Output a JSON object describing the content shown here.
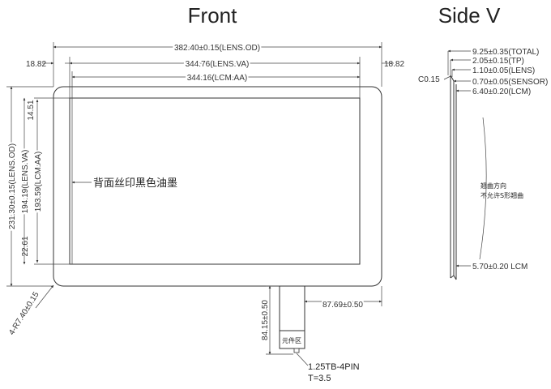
{
  "titles": {
    "front": "Front",
    "side": "Side V"
  },
  "front": {
    "top_dims": {
      "lens_od": "382.40±0.15(LENS.OD)",
      "lens_va": "344.76(LENS.VA)",
      "lcm_aa": "344.16(LCM.AA)",
      "left_margin": "18.82",
      "right_margin": "18.82"
    },
    "left_dims": {
      "top_margin": "14.51",
      "lens_od": "231.30±0.15(LENS.OD)",
      "lens_va": "194.19(LENS.VA)",
      "lcm_aa": "193.59(LCM.AA)",
      "bottom_margin": "22.61"
    },
    "corner_radius": "4-R7.40±0.15",
    "ink_note": "背面丝印黑色油墨",
    "fpc": {
      "length": "84.15±0.50",
      "offset": "87.69±0.50",
      "component_zone": "元件区",
      "connector": "1.25TB-4PIN",
      "thickness": "T=3.5"
    }
  },
  "side": {
    "chamfer": "C0.15",
    "callouts": [
      "9.25±0.35(TOTAL)",
      "2.05±0.15(TP)",
      "1.10±0.05(LENS)",
      "0.70±0.05(SENSOR)",
      "6.40±0.20(LCM)"
    ],
    "bend_note_line1": "翘曲方向",
    "bend_note_line2": "不允许S形翘曲",
    "lcm_bottom": "5.70±0.20  LCM"
  }
}
